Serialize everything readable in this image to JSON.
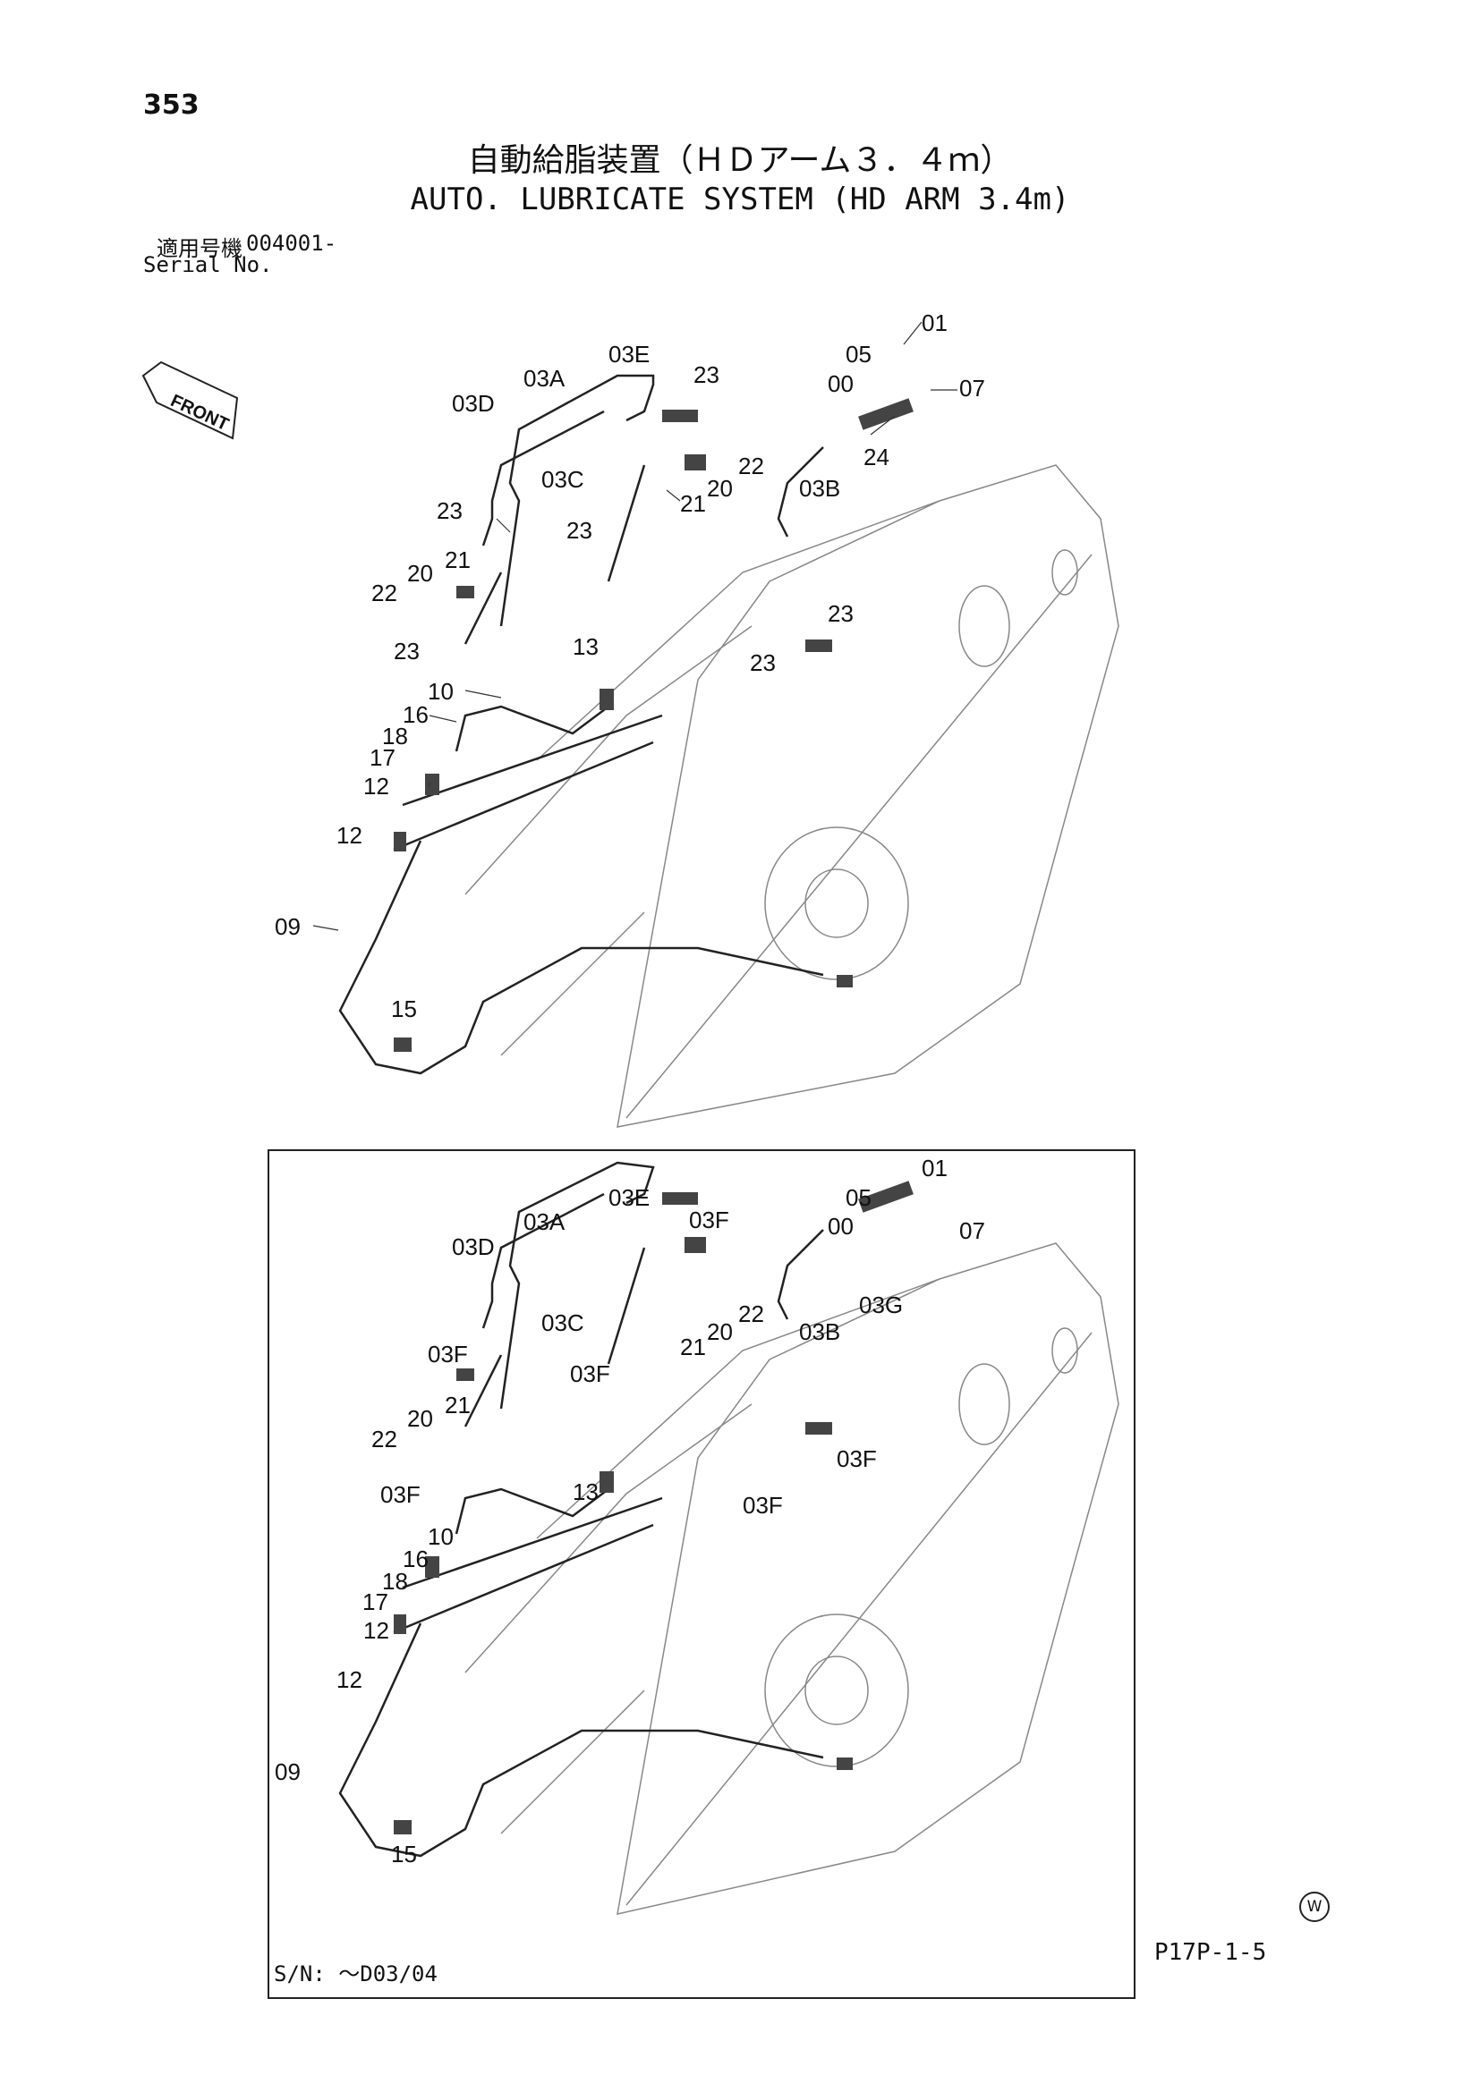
{
  "page": {
    "number": "353",
    "title_jp": "自動給脂装置（ＨＤアーム３．４ｍ）",
    "title_en": "AUTO. LUBRICATE SYSTEM (HD ARM 3.4m)",
    "serial_label_jp": "適用号機",
    "serial_value": "004001-",
    "serial_label_en": "Serial No.",
    "page_code": "P17P-1-5",
    "corner_mark": "W"
  },
  "diagram_top": {
    "front_label": "FRONT",
    "callouts": [
      "01",
      "05",
      "00",
      "07",
      "03E",
      "23",
      "03A",
      "03D",
      "24",
      "22",
      "20",
      "21",
      "03B",
      "03C",
      "23",
      "23",
      "21",
      "20",
      "22",
      "23",
      "13",
      "23",
      "23",
      "10",
      "16",
      "18",
      "17",
      "12",
      "12",
      "09",
      "15"
    ]
  },
  "diagram_bottom": {
    "callouts": [
      "01",
      "05",
      "00",
      "07",
      "03E",
      "03F",
      "03A",
      "03D",
      "03G",
      "22",
      "20",
      "21",
      "03B",
      "03C",
      "03F",
      "03F",
      "21",
      "20",
      "22",
      "03F",
      "13",
      "03F",
      "03F",
      "10",
      "16",
      "18",
      "17",
      "12",
      "12",
      "09",
      "15"
    ],
    "serial_note": "S/N: ～D03/04"
  }
}
